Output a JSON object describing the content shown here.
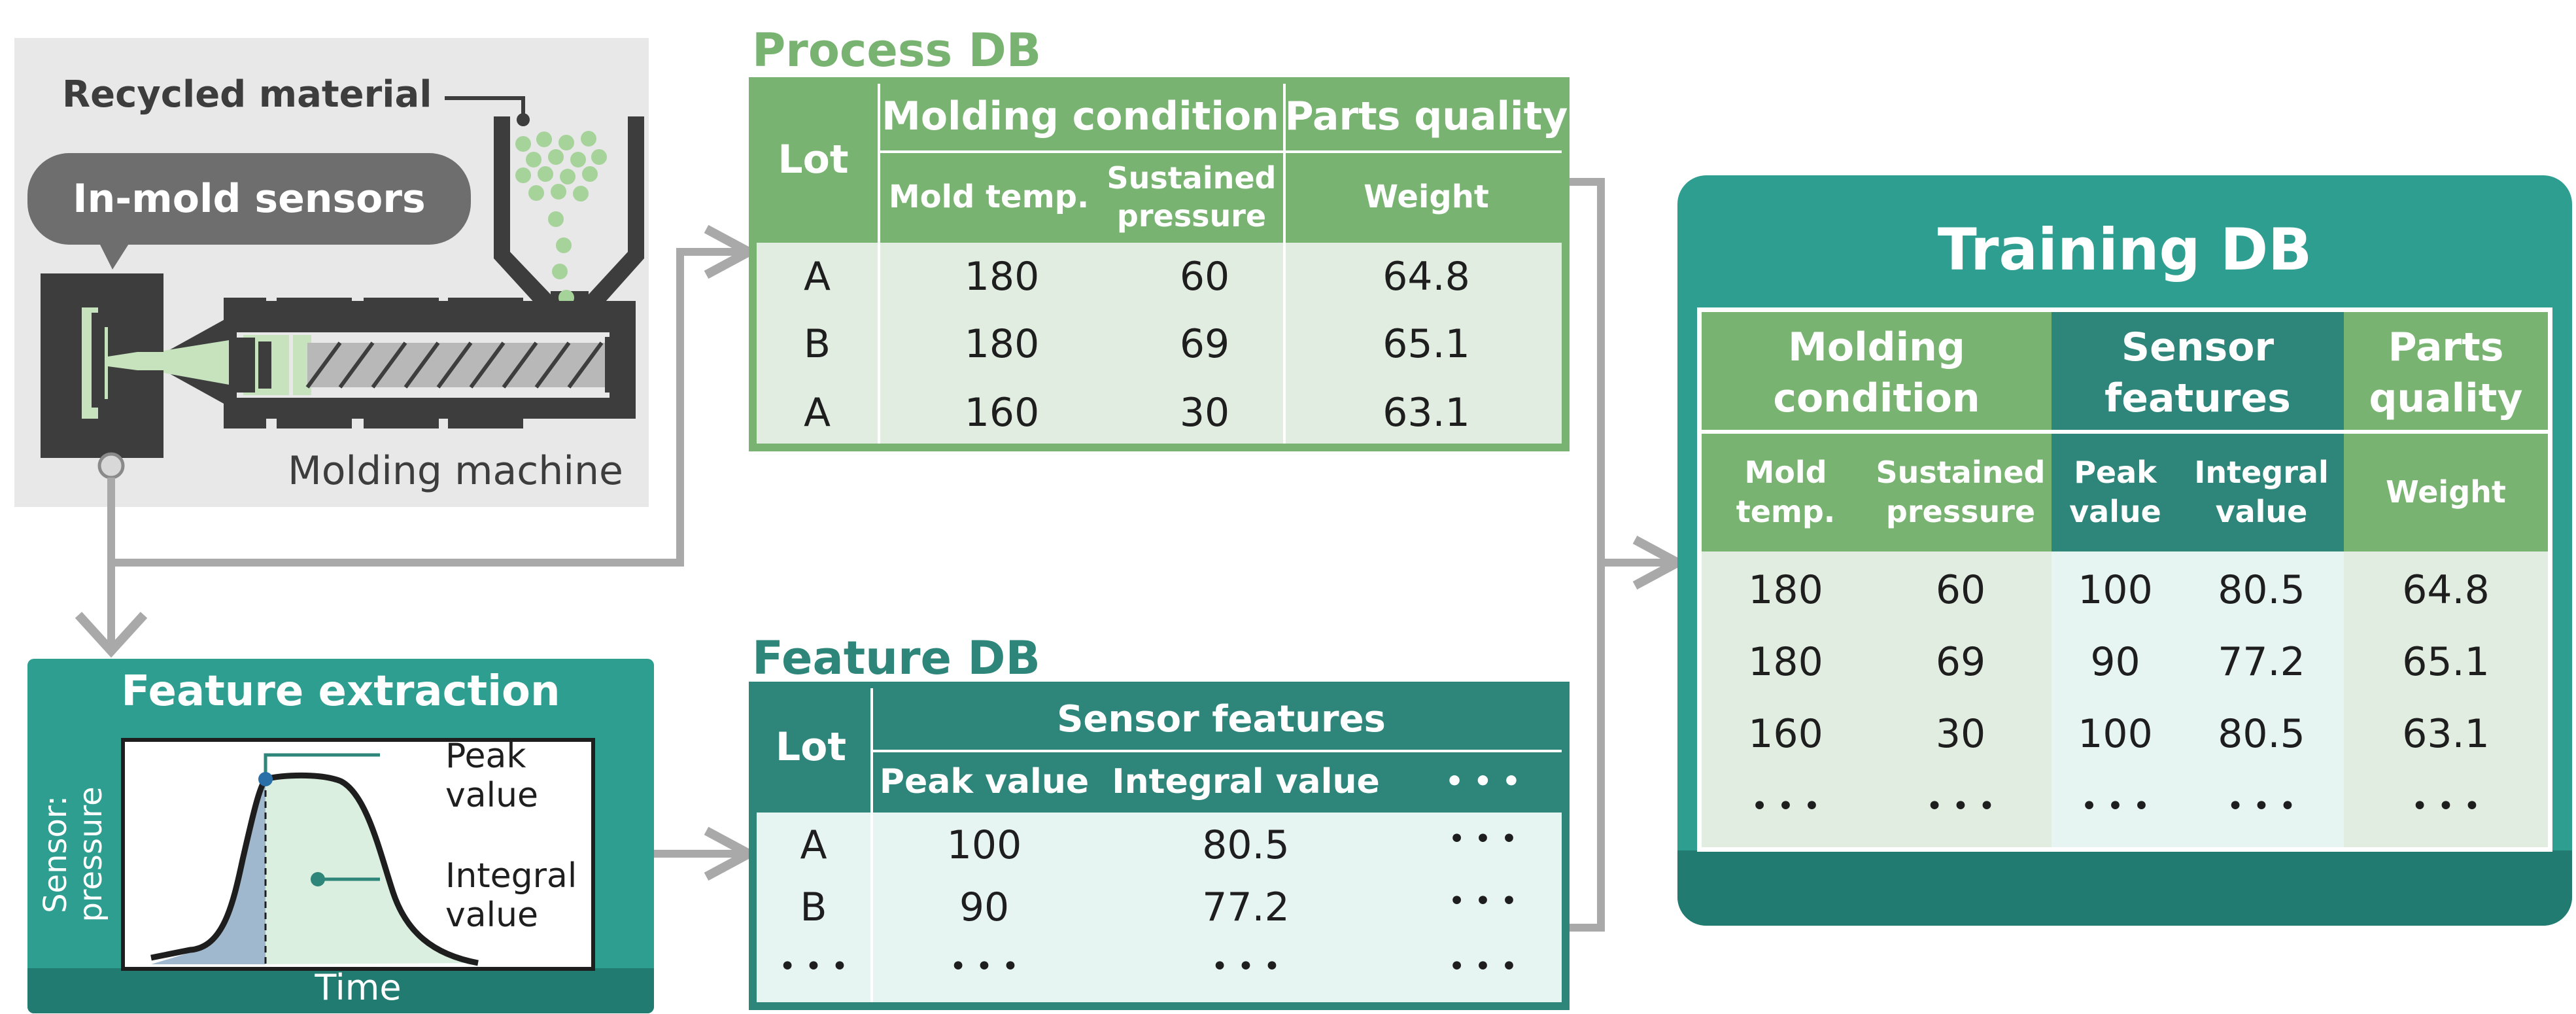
{
  "colors": {
    "process_green": "#78b371",
    "feature_teal": "#2e857a",
    "training_teal": "#2e9e91",
    "arrow_gray": "#a9a9a9",
    "machine_gray": "#3d3d3d",
    "pellet_green": "#a6d39a"
  },
  "machine": {
    "recycled_label": "Recycled material",
    "sensors_label": "In-mold  sensors",
    "machine_label": "Molding machine"
  },
  "feature_extraction": {
    "title": "Feature extraction",
    "y_label": "Sensor:\npressure",
    "x_label": "Time",
    "peak_label": "Peak\nvalue",
    "integral_label": "Integral\nvalue"
  },
  "process_db": {
    "title": "Process DB",
    "headers": {
      "lot": "Lot",
      "molding_condition": "Molding condition",
      "parts_quality": "Parts quality",
      "mold_temp": "Mold temp.",
      "sustained_pressure": "Sustained\npressure",
      "weight": "Weight"
    },
    "rows": [
      {
        "lot": "A",
        "mold_temp": "180",
        "pressure": "60",
        "weight": "64.8"
      },
      {
        "lot": "B",
        "mold_temp": "180",
        "pressure": "69",
        "weight": "65.1"
      },
      {
        "lot": "A",
        "mold_temp": "160",
        "pressure": "30",
        "weight": "63.1"
      }
    ]
  },
  "feature_db": {
    "title": "Feature DB",
    "headers": {
      "lot": "Lot",
      "sensor_features": "Sensor features",
      "peak_value": "Peak value",
      "integral_value": "Integral value",
      "more": "• • •"
    },
    "rows": [
      {
        "lot": "A",
        "peak": "100",
        "integral": "80.5",
        "more": "• • •"
      },
      {
        "lot": "B",
        "peak": "90",
        "integral": "77.2",
        "more": "• • •"
      },
      {
        "lot": "• • •",
        "peak": "• • •",
        "integral": "• • •",
        "more": "• • •"
      }
    ]
  },
  "training_db": {
    "title": "Training DB",
    "headers": {
      "molding_condition": "Molding\ncondition",
      "sensor_features": "Sensor\nfeatures",
      "parts_quality": "Parts\nquality",
      "mold_temp": "Mold\ntemp.",
      "sustained_pressure": "Sustained\npressure",
      "peak_value": "Peak\nvalue",
      "integral_value": "Integral\nvalue",
      "weight": "Weight"
    },
    "rows": [
      {
        "mold_temp": "180",
        "pressure": "60",
        "peak": "100",
        "integral": "80.5",
        "weight": "64.8"
      },
      {
        "mold_temp": "180",
        "pressure": "69",
        "peak": "90",
        "integral": "77.2",
        "weight": "65.1"
      },
      {
        "mold_temp": "160",
        "pressure": "30",
        "peak": "100",
        "integral": "80.5",
        "weight": "63.1"
      },
      {
        "mold_temp": "• • •",
        "pressure": "• • •",
        "peak": "• • •",
        "integral": "• • •",
        "weight": "• • •"
      }
    ]
  }
}
